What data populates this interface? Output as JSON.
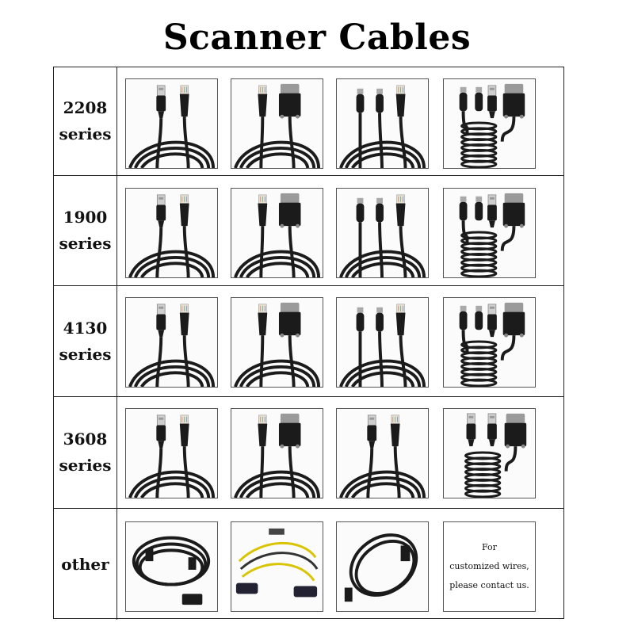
{
  "title": "Scanner Cables",
  "rows": [
    {
      "line1": "2208",
      "line2": "series",
      "cables": [
        "usb-rj45",
        "rj45-db9",
        "ps2-rj45",
        "ps2-usb-db9-coiled"
      ]
    },
    {
      "line1": "1900",
      "line2": "series",
      "cables": [
        "usb-rj45",
        "rj45-db9",
        "ps2-rj45",
        "ps2-usb-db9-coiled"
      ]
    },
    {
      "line1": "4130",
      "line2": "series",
      "cables": [
        "usb-rj45",
        "rj45-db9",
        "ps2-rj45",
        "ps2-usb-db9-coiled"
      ]
    },
    {
      "line1": "3608",
      "line2": "series",
      "cables": [
        "usb-rj45",
        "rj45-db9",
        "usb-rj45",
        "usb-db9-coiled"
      ]
    },
    {
      "line1": "other",
      "line2": "",
      "cables": [
        "round-coil-db9",
        "yellow-dual-db9",
        "usb-coil-black"
      ]
    }
  ],
  "note": {
    "line1": "For",
    "line2": "customized wires,",
    "line3": "please contact us."
  }
}
